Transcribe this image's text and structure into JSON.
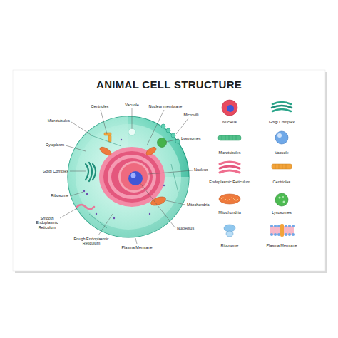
{
  "diagram": {
    "title": "ANIMAL CELL STRUCTURE",
    "labels": [
      "Centrioles",
      "Vacuole",
      "Nuclear membrane",
      "Microvilli",
      "Microtubules",
      "Cytoplasm",
      "Lysosomes",
      "Golgi Complex",
      "Nucleus",
      "Ribosome",
      "Mitochondria",
      "Smooth Endoplasmic Reticulum",
      "Nucleolus",
      "Rough Endoplasmic Reticulum",
      "Plasma Memrane",
      "Nucleus",
      "Golgi Complex",
      "Microtubules",
      "Vacuole",
      "Endoplasmic Reticulum",
      "Centrioles",
      "Mitochondria",
      "Lysosomes",
      "Ribosome",
      "Plasma Memrane"
    ]
  }
}
